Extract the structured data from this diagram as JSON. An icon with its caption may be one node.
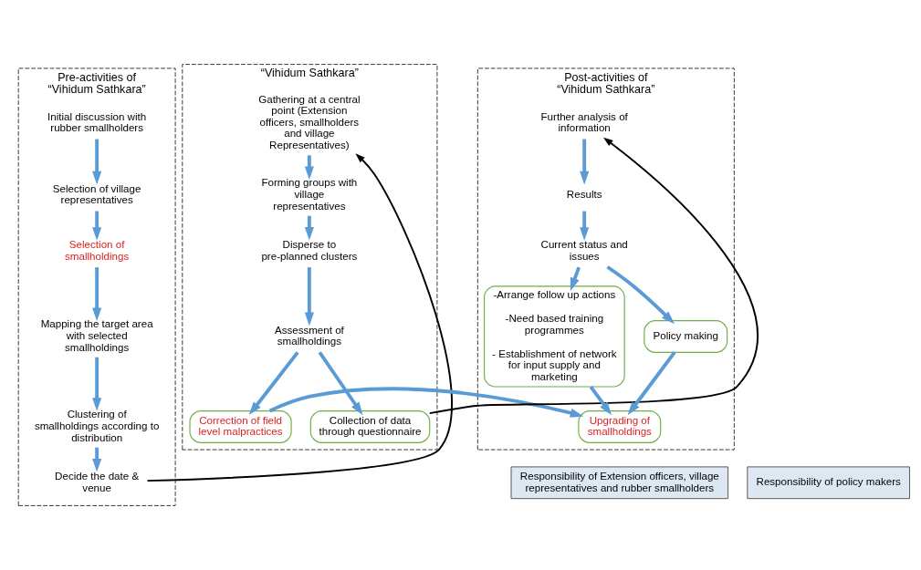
{
  "diagram": {
    "nodes": [
      {
        "text": [
          "Pre-activities of “Vihidum Sathkara”"
        ]
      },
      {
        "text": [
          "Initial discussion with rubber smallholders"
        ],
        "in": 0
      },
      {
        "text": [
          "Selection of village representatives"
        ],
        "in": 0
      },
      {
        "text": [
          "Selection of smallholdings"
        ],
        "in": 0
      },
      {
        "text": [
          "Mapping the target area with selected smallholdings"
        ],
        "in": 0
      },
      {
        "text": [
          "Clustering of smallholdings according to distribution"
        ],
        "in": 0
      },
      {
        "text": [
          "Decide the date & venue"
        ],
        "in": 0
      },
      {
        "text": [
          "“Vihidum Sathkara”"
        ]
      },
      {
        "text": [
          "Gathering at a central point (Extension officers, smallholders and village Representatives)"
        ],
        "in": 7
      },
      {
        "text": [
          "Forming groups with village representatives"
        ],
        "in": 7
      },
      {
        "text": [
          "Disperse to pre-planned clusters"
        ],
        "in": 7
      },
      {
        "text": [
          "Assessment of smallholdings"
        ],
        "in": 7
      },
      {
        "text": [
          "Correction of field level malpractices"
        ],
        "in": 7
      },
      {
        "text": [
          "Collection of data through questionnaire"
        ],
        "in": 7
      },
      {
        "text": [
          "Post-activities of “Vihidum Sathkara”"
        ]
      },
      {
        "text": [
          "Further analysis of information"
        ],
        "in": 14
      },
      {
        "text": [
          "Results"
        ],
        "in": 14
      },
      {
        "text": [
          "Current status and issues"
        ],
        "in": 14
      },
      {
        "text": [
          "-Arrange follow up actions",
          "-Need based training programmes",
          "- Establishment of network for input supply and marketing"
        ],
        "in": 14
      },
      {
        "text": [
          "Policy making"
        ],
        "in": 14
      },
      {
        "text": [
          "Upgrading of smallholdings"
        ],
        "in": 14
      }
    ],
    "edges": [
      {
        "from": 1,
        "to": 2,
        "arrow": "to"
      },
      {
        "from": 2,
        "to": 3,
        "arrow": "to"
      },
      {
        "from": 3,
        "to": 4,
        "arrow": "to"
      },
      {
        "from": 4,
        "to": 5,
        "arrow": "to"
      },
      {
        "from": 5,
        "to": 6,
        "arrow": "to"
      },
      {
        "from": 6,
        "to": 8,
        "arrow": "to",
        "color": "#000000"
      },
      {
        "from": 8,
        "to": 9,
        "arrow": "to"
      },
      {
        "from": 9,
        "to": 10,
        "arrow": "to"
      },
      {
        "from": 10,
        "to": 11,
        "arrow": "to"
      },
      {
        "from": 11,
        "to": 12,
        "arrow": "to"
      },
      {
        "from": 11,
        "to": 13,
        "arrow": "to"
      },
      {
        "from": 13,
        "to": 15,
        "arrow": "to",
        "color": "#000000"
      },
      {
        "from": 15,
        "to": 16,
        "arrow": "to"
      },
      {
        "from": 16,
        "to": 17,
        "arrow": "to"
      },
      {
        "from": 17,
        "to": 18,
        "arrow": "to"
      },
      {
        "from": 17,
        "to": 19,
        "arrow": "to"
      },
      {
        "from": 18,
        "to": 20,
        "arrow": "to"
      },
      {
        "from": 19,
        "to": 20,
        "arrow": "to"
      },
      {
        "from": 12,
        "to": 20,
        "arrow": "to"
      }
    ],
    "labels": [
      "Responsibility of Extension officers, village representatives and rubber smallholders",
      "Responsibility of policy makers"
    ]
  }
}
